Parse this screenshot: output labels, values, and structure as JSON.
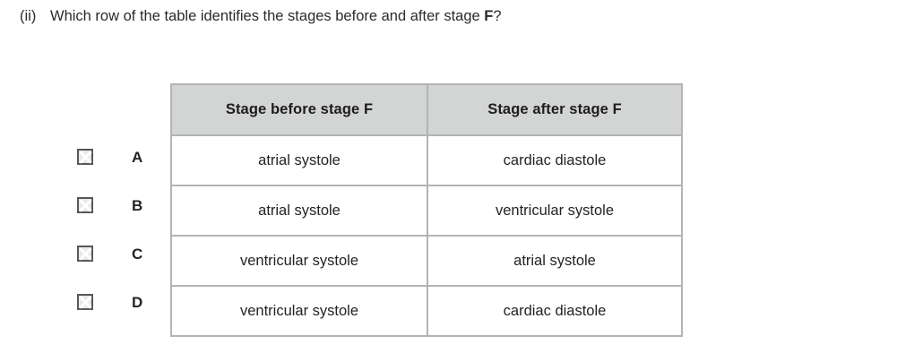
{
  "question": {
    "marker": "(ii)",
    "text_before_bold": "Which row of the table identifies the stages before and after stage ",
    "bold_token": "F",
    "text_after_bold": "?"
  },
  "table": {
    "headers": [
      "Stage before stage F",
      "Stage after stage F"
    ],
    "rows": [
      {
        "letter": "A",
        "checkbox_icon": "broken-image-checkbox-icon",
        "before": "atrial systole",
        "after": "cardiac diastole"
      },
      {
        "letter": "B",
        "checkbox_icon": "broken-image-checkbox-icon",
        "before": "atrial systole",
        "after": "ventricular systole"
      },
      {
        "letter": "C",
        "checkbox_icon": "broken-image-checkbox-icon",
        "before": "ventricular systole",
        "after": "atrial systole"
      },
      {
        "letter": "D",
        "checkbox_icon": "broken-image-checkbox-icon",
        "before": "ventricular systole",
        "after": "cardiac diastole"
      }
    ]
  },
  "colors": {
    "page_background": "#ffffff",
    "text": "#232323",
    "header_fill": "#d3d4d4",
    "border": "#b2b4b6",
    "checkbox_border": "#585858",
    "checkbox_fill": "#e9e9e9"
  }
}
